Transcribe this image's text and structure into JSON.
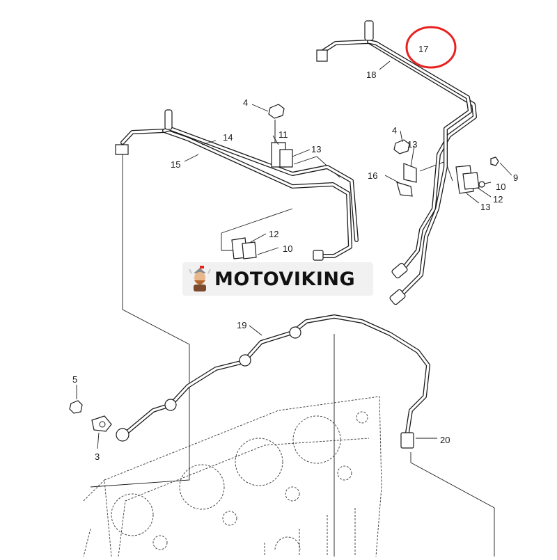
{
  "diagram": {
    "part_numbers": {
      "p3": "3",
      "p4a": "4",
      "p4b": "4",
      "p5": "5",
      "p9": "9",
      "p10a": "10",
      "p10b": "10",
      "p11": "11",
      "p12a": "12",
      "p12b": "12",
      "p13a": "13",
      "p13b": "13",
      "p13c": "13",
      "p14": "14",
      "p15": "15",
      "p16": "16",
      "p17": "17",
      "p18": "18",
      "p19": "19",
      "p20": "20"
    },
    "highlight": {
      "part": "17",
      "color": "#e8211f"
    }
  },
  "watermark": {
    "text": "MOTOVIKING"
  },
  "colors": {
    "line": "#1a1a1a",
    "highlight": "#e8211f",
    "badge": "#f1f1f1"
  }
}
